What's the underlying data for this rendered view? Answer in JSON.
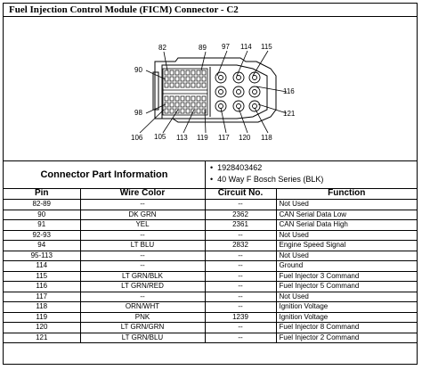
{
  "title": "Fuel Injection Control Module (FICM) Connector - C2",
  "connector_labels": {
    "top": [
      "82",
      "89",
      "97",
      "114",
      "115"
    ],
    "left": [
      "90",
      "98"
    ],
    "right": [
      "116",
      "121"
    ],
    "bottom": [
      "106",
      "105",
      "113",
      "119",
      "117",
      "120",
      "118"
    ]
  },
  "info": {
    "heading": "Connector Part Information",
    "items": [
      "1928403462",
      "40 Way F Bosch Series (BLK)"
    ]
  },
  "table": {
    "headers": [
      "Pin",
      "Wire Color",
      "Circuit No.",
      "Function"
    ],
    "rows": [
      [
        "82-89",
        "--",
        "--",
        "Not Used"
      ],
      [
        "90",
        "DK GRN",
        "2362",
        "CAN Serial Data Low"
      ],
      [
        "91",
        "YEL",
        "2361",
        "CAN Serial Data High"
      ],
      [
        "92-93",
        "--",
        "--",
        "Not Used"
      ],
      [
        "94",
        "LT BLU",
        "2832",
        "Engine Speed Signal"
      ],
      [
        "95-113",
        "--",
        "--",
        "Not Used"
      ],
      [
        "114",
        "--",
        "--",
        "Ground"
      ],
      [
        "115",
        "LT GRN/BLK",
        "--",
        "Fuel Injector 3 Command"
      ],
      [
        "116",
        "LT GRN/RED",
        "--",
        "Fuel Injector 5 Command"
      ],
      [
        "117",
        "--",
        "--",
        "Not Used"
      ],
      [
        "118",
        "ORN/WHT",
        "--",
        "Ignition Voltage"
      ],
      [
        "119",
        "PNK",
        "1239",
        "Ignition Voltage"
      ],
      [
        "120",
        "LT GRN/GRN",
        "--",
        "Fuel Injector 8 Command"
      ],
      [
        "121",
        "LT GRN/BLU",
        "--",
        "Fuel Injector 2 Command"
      ]
    ]
  }
}
